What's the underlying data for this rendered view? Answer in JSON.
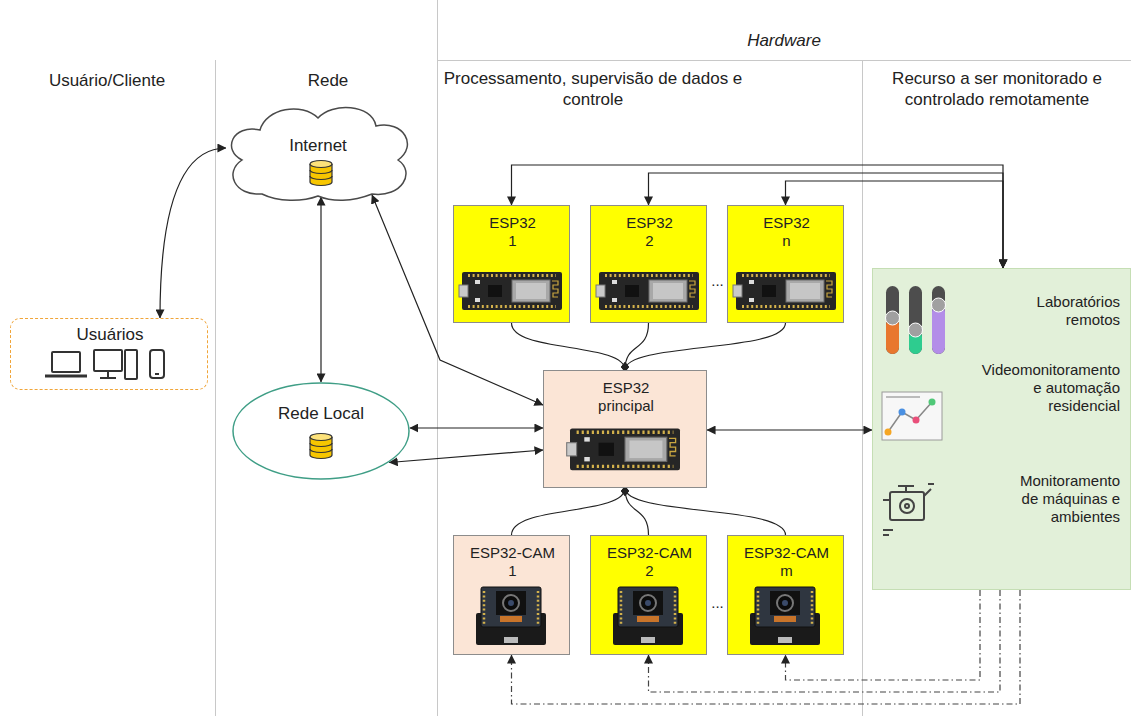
{
  "diagram": {
    "nodes": [
      {
        "text": [
          "Internet"
        ]
      },
      {
        "text": [
          "Usuários"
        ]
      },
      {
        "text": [
          "Rede Local"
        ]
      },
      {
        "text": [
          "ESP32 1"
        ]
      },
      {
        "text": [
          "ESP32 2"
        ]
      },
      {
        "text": [
          "ESP32 n"
        ]
      },
      {
        "text": [
          "ESP32 principal"
        ]
      },
      {
        "text": [
          "ESP32-CAM 1"
        ]
      },
      {
        "text": [
          "ESP32-CAM 2"
        ]
      },
      {
        "text": [
          "ESP32-CAM m"
        ]
      },
      {
        "text": [
          "Laboratórios remotos",
          "Videomonitoramento e automação residencial",
          "Monitoramento de máquinas e ambientes"
        ]
      }
    ],
    "edges": [
      {
        "from": 1,
        "to": 0,
        "arrow": "both"
      },
      {
        "from": 0,
        "to": 2,
        "arrow": "both"
      },
      {
        "from": 0,
        "to": 6,
        "arrow": "both"
      },
      {
        "from": 2,
        "to": 6,
        "arrow": "both"
      },
      {
        "from": 2,
        "to": 6,
        "arrow": "both"
      },
      {
        "from": 6,
        "to": 10,
        "arrow": "both"
      },
      {
        "from": 3,
        "to": 6,
        "arrow": "none"
      },
      {
        "from": 4,
        "to": 6,
        "arrow": "none"
      },
      {
        "from": 5,
        "to": 6,
        "arrow": "none"
      },
      {
        "from": 7,
        "to": 6,
        "arrow": "none"
      },
      {
        "from": 8,
        "to": 6,
        "arrow": "none"
      },
      {
        "from": 9,
        "to": 6,
        "arrow": "none"
      },
      {
        "from": 3,
        "to": 10,
        "arrow": "both"
      },
      {
        "from": 4,
        "to": 10,
        "arrow": "both"
      },
      {
        "from": 5,
        "to": 10,
        "arrow": "both"
      },
      {
        "from": 10,
        "to": 7,
        "arrow": "to"
      },
      {
        "from": 10,
        "to": 8,
        "arrow": "to"
      },
      {
        "from": 10,
        "to": 9,
        "arrow": "to"
      }
    ],
    "labels": [
      "Hardware",
      "Usuário/Cliente",
      "Rede",
      "Processamento, supervisão de dados e controle",
      "Recurso a ser monitorado e controlado remotamente",
      "...",
      "..."
    ]
  }
}
